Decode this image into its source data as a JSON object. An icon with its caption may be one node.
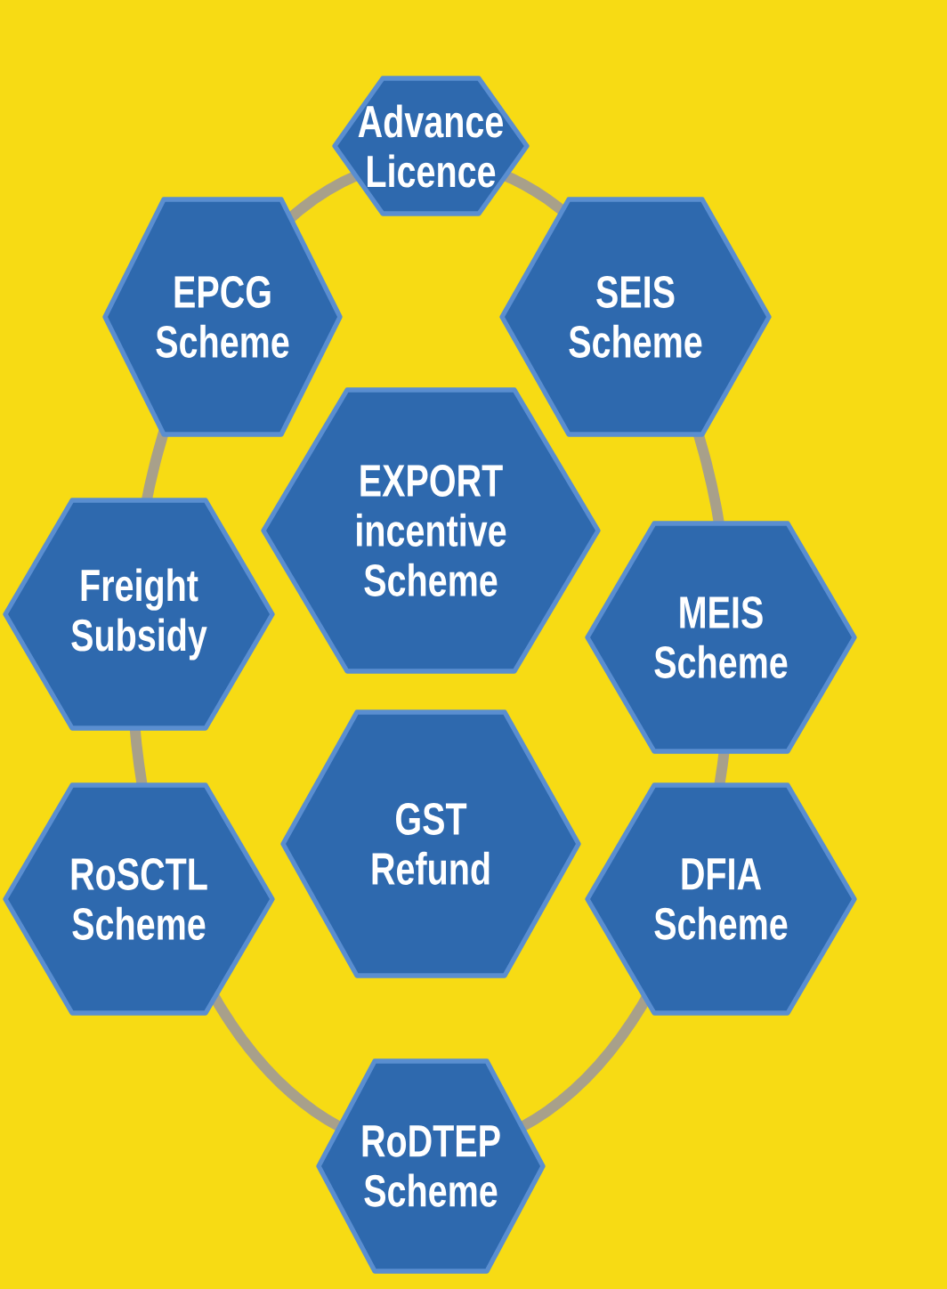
{
  "diagram": {
    "nodes": [
      {
        "text": [
          "Advance Licence"
        ]
      },
      {
        "text": [
          "EPCG Scheme"
        ]
      },
      {
        "text": [
          "SEIS Scheme"
        ]
      },
      {
        "text": [
          "EXPORT incentive Scheme"
        ]
      },
      {
        "text": [
          "Freight Subsidy"
        ]
      },
      {
        "text": [
          "MEIS Scheme"
        ]
      },
      {
        "text": [
          "GST Refund"
        ]
      },
      {
        "text": [
          "RoSCTL Scheme"
        ]
      },
      {
        "text": [
          "DFIA Scheme"
        ]
      },
      {
        "text": [
          "RoDTEP Scheme"
        ]
      }
    ]
  }
}
